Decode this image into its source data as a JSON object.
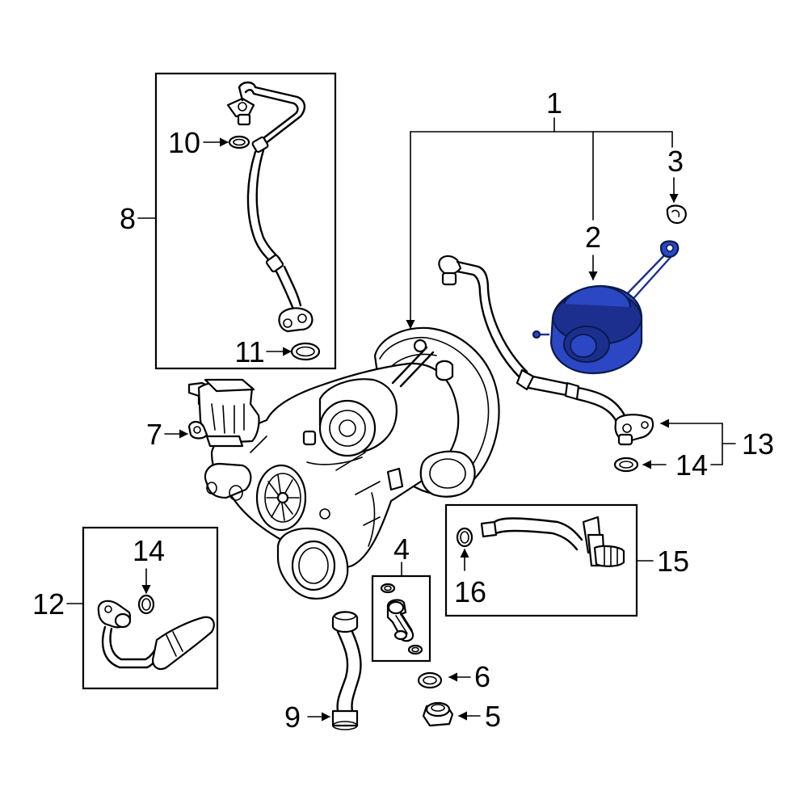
{
  "diagram": {
    "highlight_color": "#2b47c4",
    "line_color": "#000000",
    "background": "#ffffff",
    "callouts": {
      "c1": "1",
      "c2": "2",
      "c3": "3",
      "c4": "4",
      "c5": "5",
      "c6": "6",
      "c7": "7",
      "c8": "8",
      "c9": "9",
      "c10": "10",
      "c11": "11",
      "c12": "12",
      "c13": "13",
      "c14a": "14",
      "c14b": "14",
      "c15": "15",
      "c16": "16"
    }
  }
}
